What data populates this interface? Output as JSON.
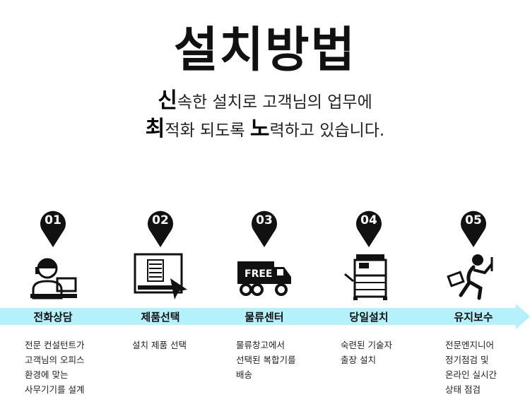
{
  "title": "설치방법",
  "subtitle": {
    "line1_big": "신",
    "line1_rest": "속한 설치로 고객님의 업무에",
    "line2_big1": "최",
    "line2_mid": "적화 되도록 ",
    "line2_big2": "노",
    "line2_rest": "력하고 있습니다."
  },
  "accent_color": "#b4f1fb",
  "steps": [
    {
      "number": "01",
      "label": "전화상담",
      "icon": "consultant-headset-icon",
      "desc": [
        "전문 컨설턴트가",
        "고객님의 오피스",
        "환경에  맞는",
        "사무기기를 설계"
      ]
    },
    {
      "number": "02",
      "label": "제품선택",
      "icon": "select-product-cursor-icon",
      "desc": [
        "설치 제품 선택"
      ]
    },
    {
      "number": "03",
      "label": "물류센터",
      "icon": "free-delivery-truck-icon",
      "truck_text": "FREE",
      "desc": [
        "물류창고에서",
        "선택된 복합기를",
        "배송"
      ]
    },
    {
      "number": "04",
      "label": "당일설치",
      "icon": "copier-install-icon",
      "desc": [
        "숙련된 기술자",
        "출장 설치"
      ]
    },
    {
      "number": "05",
      "label": "유지보수",
      "icon": "repairman-wrench-icon",
      "desc": [
        "전문엔지니어",
        "정기점검 및",
        "온라인 실시간",
        "상태 점검"
      ]
    }
  ]
}
